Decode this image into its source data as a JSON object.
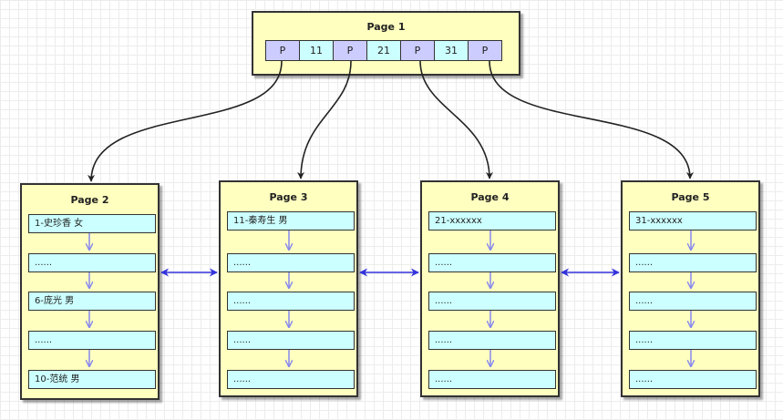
{
  "root": {
    "title": "Page 1",
    "cells": [
      {
        "text": "P",
        "kind": "ptr"
      },
      {
        "text": "11",
        "kind": "key"
      },
      {
        "text": "P",
        "kind": "ptr"
      },
      {
        "text": "21",
        "kind": "key"
      },
      {
        "text": "P",
        "kind": "ptr"
      },
      {
        "text": "31",
        "kind": "key"
      },
      {
        "text": "P",
        "kind": "ptr"
      }
    ]
  },
  "leaves": [
    {
      "title": "Page 2",
      "records": [
        "1-史珍香 女",
        "......",
        "6-庞光 男",
        "......",
        "10-范统 男"
      ]
    },
    {
      "title": "Page 3",
      "records": [
        "11-秦寿生 男",
        "......",
        "......",
        "......",
        "......"
      ]
    },
    {
      "title": "Page 4",
      "records": [
        "21-xxxxxx",
        "......",
        "......",
        "......",
        "......"
      ]
    },
    {
      "title": "Page 5",
      "records": [
        "31-xxxxxx",
        "......",
        "......",
        "......",
        "......"
      ]
    }
  ],
  "colors": {
    "page_fill": "#ffffc0",
    "pointer_cell": "#ccccff",
    "key_cell": "#ccffff",
    "record_fill": "#ccffff",
    "sibling_link": "#3333dd",
    "record_arrow": "#8888ee"
  }
}
